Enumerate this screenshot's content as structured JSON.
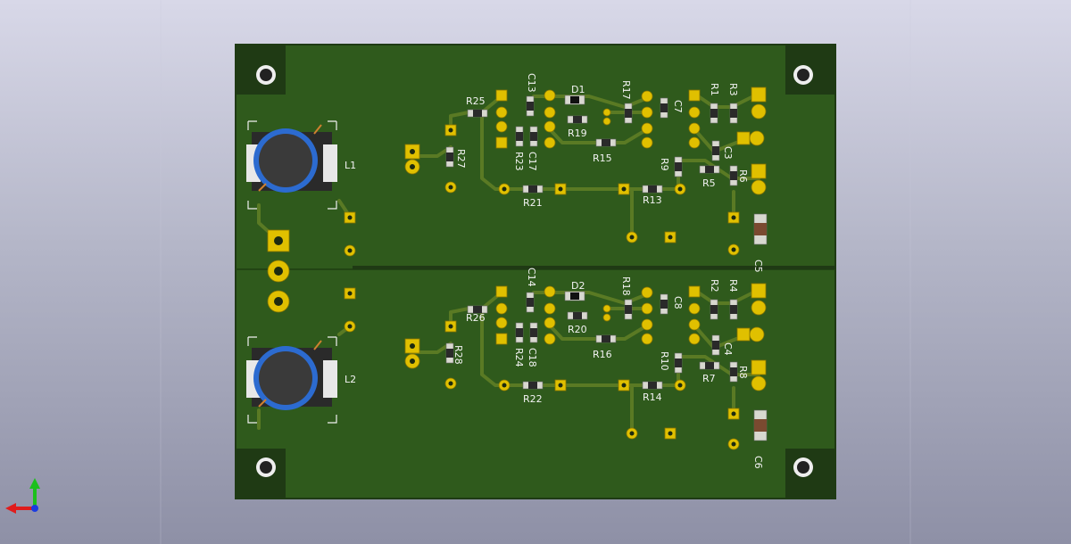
{
  "viewer": {
    "axis_icon": "xyz-axis-icon",
    "colors": {
      "board": "#2f5a1c",
      "board_edge": "#1f3a14",
      "copper": "#e0c000",
      "silk": "#f0f0f0",
      "trace": "#5a7a24"
    }
  },
  "board": {
    "section_top": {
      "inductor": "L1",
      "labels": {
        "r25": "R25",
        "c13": "C13",
        "d1": "D1",
        "r17": "R17",
        "r1": "R1",
        "r3": "R3",
        "r19": "R19",
        "r27": "R27",
        "r23": "R23",
        "c17": "C17",
        "r15": "R15",
        "c7": "C7",
        "c3": "C3",
        "r9": "R9",
        "r5": "R5",
        "r6": "R6",
        "r21": "R21",
        "r13": "R13",
        "c5": "C5"
      }
    },
    "section_bottom": {
      "inductor": "L2",
      "labels": {
        "r26": "R26",
        "c14": "C14",
        "d2": "D2",
        "r18": "R18",
        "r2": "R2",
        "r4": "R4",
        "r20": "R20",
        "r28": "R28",
        "r24": "R24",
        "c18": "C18",
        "r16": "R16",
        "c8": "C8",
        "c4": "C4",
        "r10": "R10",
        "r7": "R7",
        "r8": "R8",
        "r22": "R22",
        "r14": "R14",
        "c6": "C6"
      }
    }
  }
}
